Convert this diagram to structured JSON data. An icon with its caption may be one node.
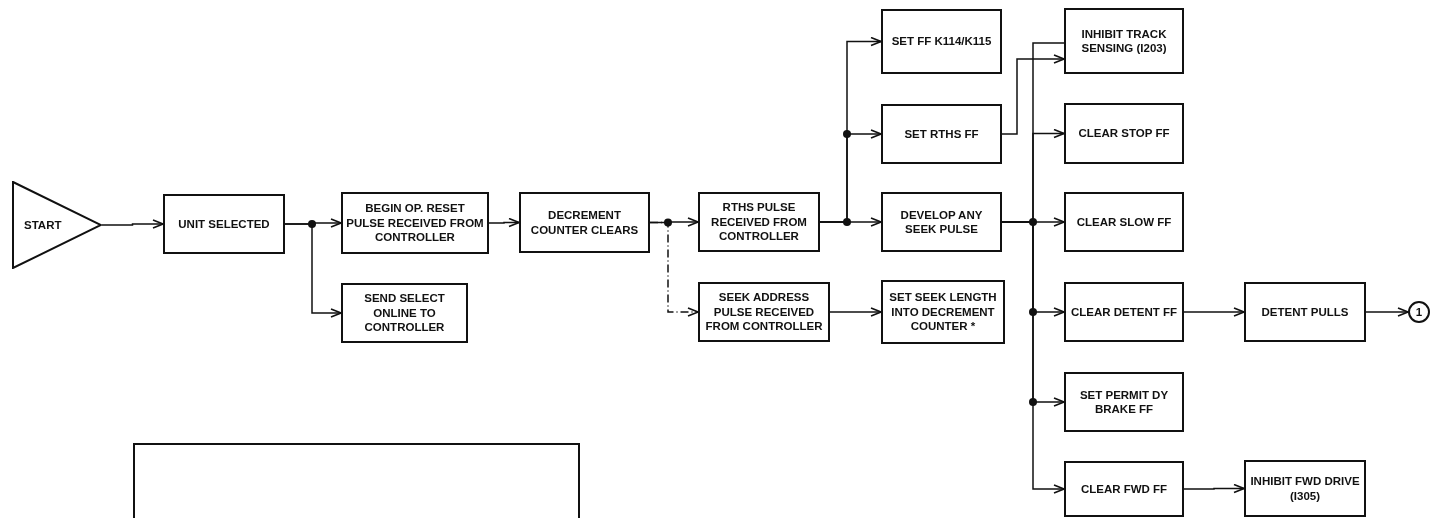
{
  "diagram": {
    "nodes": [
      {
        "text": [
          "START"
        ]
      },
      {
        "text": [
          "UNIT SELECTED"
        ]
      },
      {
        "text": [
          "BEGIN OP. RESET PULSE RECEIVED FROM CONTROLLER"
        ]
      },
      {
        "text": [
          "SEND SELECT ONLINE TO CONTROLLER"
        ]
      },
      {
        "text": [
          "DECREMENT COUNTER CLEARS"
        ]
      },
      {
        "text": [
          "RTHS PULSE RECEIVED FROM CONTROLLER"
        ]
      },
      {
        "text": [
          "SEEK ADDRESS PULSE RECEIVED FROM CONTROLLER"
        ]
      },
      {
        "text": [
          "SET FF K114/K115"
        ]
      },
      {
        "text": [
          "SET RTHS FF"
        ]
      },
      {
        "text": [
          "DEVELOP ANY SEEK PULSE"
        ]
      },
      {
        "text": [
          "SET SEEK LENGTH INTO DECREMENT COUNTER *"
        ]
      },
      {
        "text": [
          "INHIBIT TRACK SENSING (I203)"
        ]
      },
      {
        "text": [
          "CLEAR STOP FF"
        ]
      },
      {
        "text": [
          "CLEAR SLOW FF"
        ]
      },
      {
        "text": [
          "CLEAR DETENT FF"
        ]
      },
      {
        "text": [
          "DETENT PULLS"
        ]
      },
      {
        "text": [
          "1"
        ]
      },
      {
        "text": [
          "SET PERMIT DY BRAKE FF"
        ]
      },
      {
        "text": [
          "CLEAR FWD FF"
        ]
      },
      {
        "text": [
          "INHIBIT FWD DRIVE (I305)"
        ]
      },
      {
        "text": [],
        "shape": "box"
      }
    ],
    "edges": [
      {
        "from": 0,
        "to": 1,
        "arrow": "to"
      },
      {
        "from": 1,
        "to": 2,
        "arrow": "to"
      },
      {
        "from": 1,
        "to": 3,
        "arrow": "to"
      },
      {
        "from": 2,
        "to": 4,
        "arrow": "to"
      },
      {
        "from": 4,
        "to": 5,
        "arrow": "to"
      },
      {
        "from": 4,
        "to": 6,
        "arrow": "to",
        "style": "dashed"
      },
      {
        "from": 5,
        "to": 7,
        "arrow": "to"
      },
      {
        "from": 5,
        "to": 8,
        "arrow": "to"
      },
      {
        "from": 5,
        "to": 9,
        "arrow": "to"
      },
      {
        "from": 6,
        "to": 10,
        "arrow": "to"
      },
      {
        "from": 8,
        "to": 11,
        "arrow": "to"
      },
      {
        "from": 9,
        "to": 11,
        "arrow": "none"
      },
      {
        "from": 9,
        "to": 12,
        "arrow": "to"
      },
      {
        "from": 9,
        "to": 13,
        "arrow": "to"
      },
      {
        "from": 9,
        "to": 14,
        "arrow": "to"
      },
      {
        "from": 9,
        "to": 17,
        "arrow": "to"
      },
      {
        "from": 9,
        "to": 18,
        "arrow": "to"
      },
      {
        "from": 14,
        "to": 15,
        "arrow": "to"
      },
      {
        "from": 15,
        "to": 16,
        "arrow": "to"
      },
      {
        "from": 18,
        "to": 19,
        "arrow": "to"
      }
    ]
  }
}
